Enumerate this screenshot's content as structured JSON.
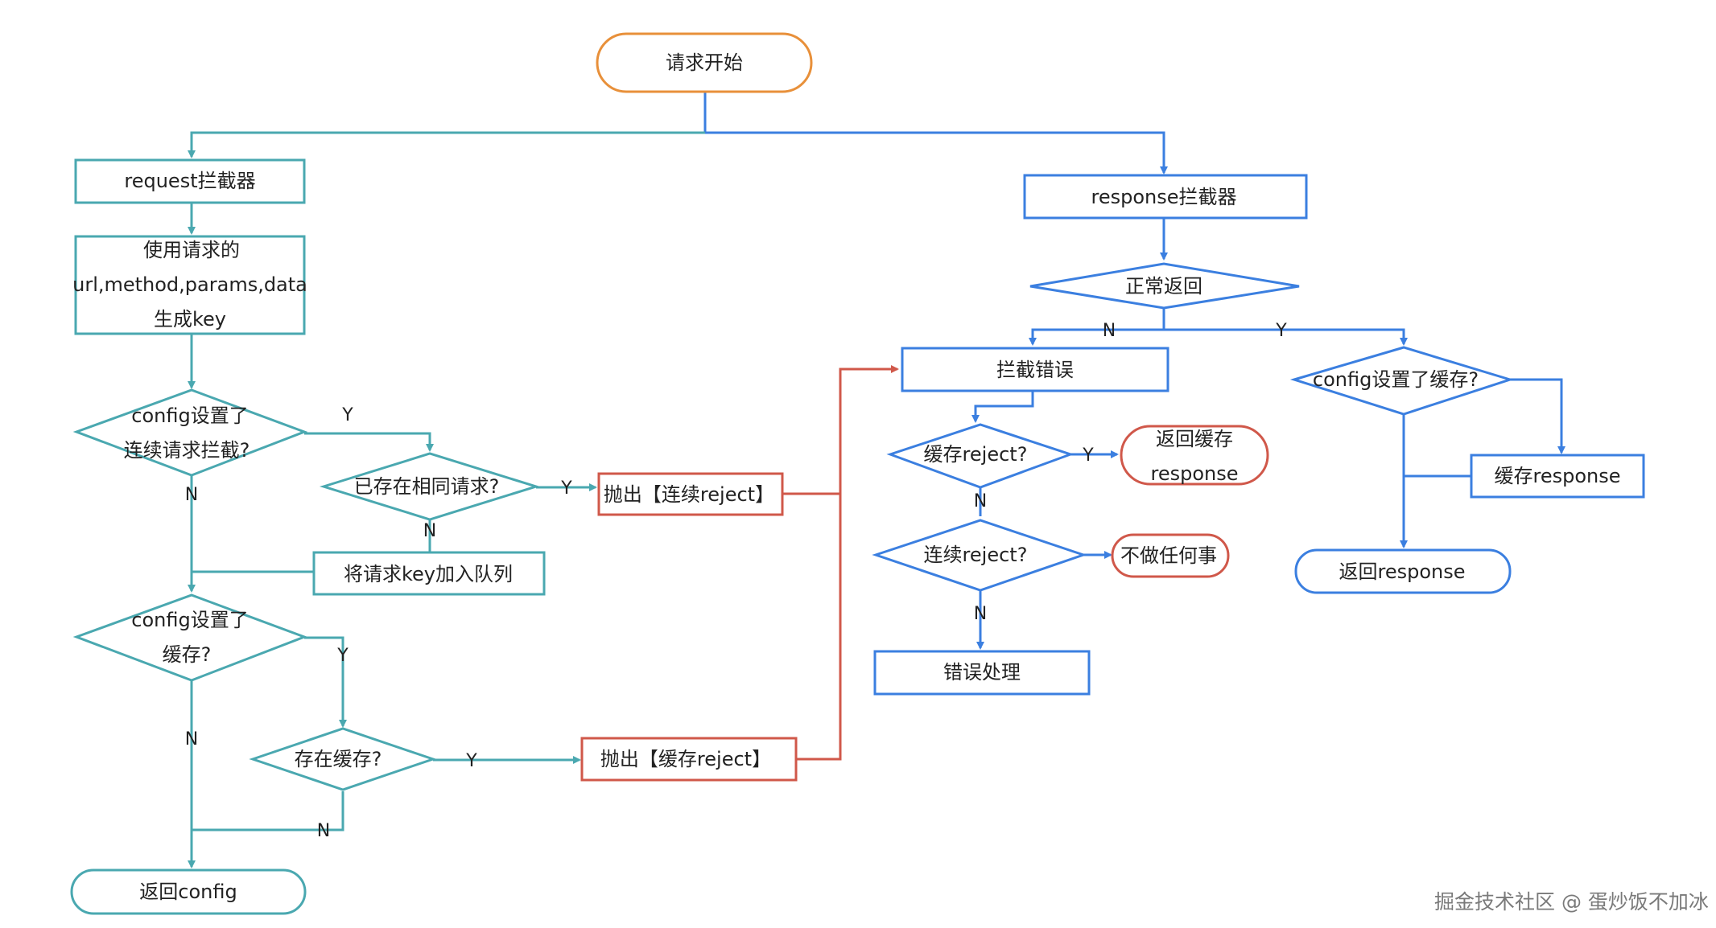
{
  "colors": {
    "teal": "#4aa8b0",
    "blue": "#3b7fe0",
    "red": "#d0584a",
    "orange": "#e8903a",
    "text": "#222222"
  },
  "nodes": {
    "start": "请求开始",
    "req_interceptor": "request拦截器",
    "gen_key_l1": "使用请求的",
    "gen_key_l2": "url,method,params,data",
    "gen_key_l3": "生成key",
    "cfg_cont_l1": "config设置了",
    "cfg_cont_l2": "连续请求拦截?",
    "exists_same": "已存在相同请求?",
    "throw_cont": "抛出【连续reject】",
    "add_queue": "将请求key加入队列",
    "cfg_cache_l1": "config设置了",
    "cfg_cache_l2": "缓存?",
    "cache_exists": "存在缓存?",
    "throw_cache": "抛出【缓存reject】",
    "return_config": "返回config",
    "resp_interceptor": "response拦截器",
    "normal_return": "正常返回",
    "intercept_error": "拦截错误",
    "cache_reject": "缓存reject?",
    "return_cache_l1": "返回缓存",
    "return_cache_l2": "response",
    "cont_reject": "连续reject?",
    "do_nothing": "不做任何事",
    "error_handle": "错误处理",
    "cfg_resp_cache": "config设置了缓存?",
    "cache_response": "缓存response",
    "return_response": "返回response"
  },
  "labels": {
    "yes": "Y",
    "no": "N"
  },
  "watermark": "掘金技术社区 @ 蛋炒饭不加冰"
}
